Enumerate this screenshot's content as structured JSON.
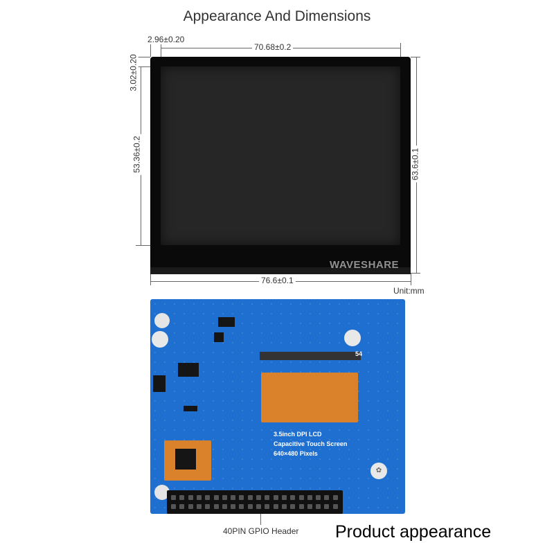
{
  "title": "Appearance And Dimensions",
  "dimensions": {
    "top_left_margin": "2.96±0.20",
    "active_width": "70.68±0.2",
    "top_margin": "3.02±0.20",
    "active_height": "53.36±0.2",
    "total_height": "63.6±0.1",
    "total_width": "76.6±0.1"
  },
  "unit": "Unit:mm",
  "watermark": "WAVESHARE",
  "pcb": {
    "label_line1": "3.5inch DPI LCD",
    "label_line2": "Capacitive Touch Screen",
    "label_line3": "640×480 Pixels",
    "connector_label": "54"
  },
  "gpio_label": "40PIN GPIO Header",
  "product_caption": "Product appearance",
  "colors": {
    "pcb_blue": "#1f6fd1",
    "bezel": "#0a0a0a",
    "fpc_orange": "#d9822b"
  }
}
